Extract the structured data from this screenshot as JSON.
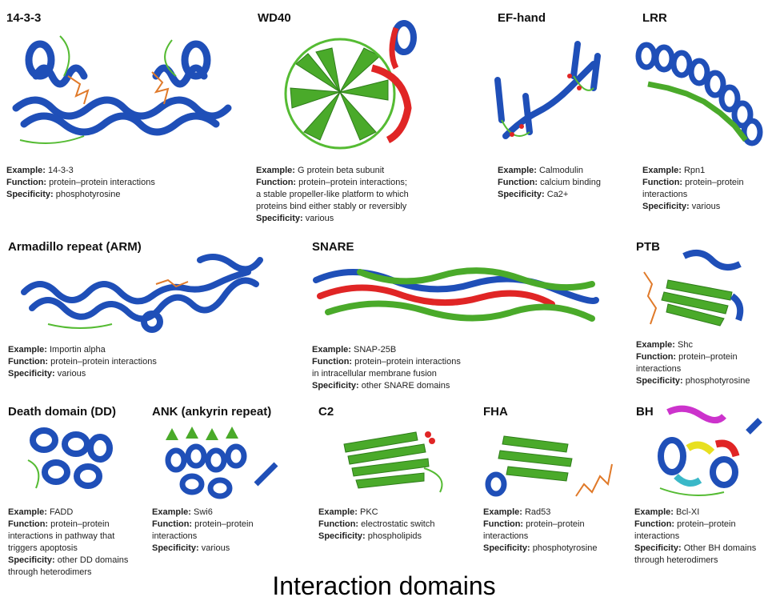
{
  "footer_title": "Interaction domains",
  "labels": {
    "example": "Example:",
    "function": "Function:",
    "specificity": "Specificity:"
  },
  "colors": {
    "helix": "#1f4fb8",
    "sheet": "#4aaa2a",
    "loop": "#55bb33",
    "highlight": "#e02525",
    "ligand": "#e07a2a",
    "magenta": "#cc33cc",
    "yellow": "#e8e020",
    "cyan": "#3ab8c8"
  },
  "panels": [
    {
      "title": "14-3-3",
      "example": "14-3-3",
      "function": [
        "protein–protein interactions"
      ],
      "specificity": [
        "phosphotyrosine"
      ]
    },
    {
      "title": "WD40",
      "example": "G protein beta subunit",
      "function": [
        "protein–protein interactions;",
        "a stable propeller-like platform to which",
        "proteins bind either stably or reversibly"
      ],
      "specificity": [
        "various"
      ]
    },
    {
      "title": "EF-hand",
      "example": "Calmodulin",
      "function": [
        "calcium binding"
      ],
      "specificity": [
        "Ca2+"
      ]
    },
    {
      "title": "LRR",
      "example": "Rpn1",
      "function": [
        "protein–protein",
        "interactions"
      ],
      "specificity": [
        "various"
      ]
    },
    {
      "title": "Armadillo repeat (ARM)",
      "example": "Importin alpha",
      "function": [
        "protein–protein interactions"
      ],
      "specificity": [
        "various"
      ]
    },
    {
      "title": "SNARE",
      "example": "SNAP-25B",
      "function": [
        "protein–protein interactions",
        "in intracellular membrane fusion"
      ],
      "specificity": [
        "other SNARE domains"
      ]
    },
    {
      "title": "PTB",
      "example": "Shc",
      "function": [
        "protein–protein",
        "interactions"
      ],
      "specificity": [
        "phosphotyrosine"
      ]
    },
    {
      "title": "Death domain (DD)",
      "example": "FADD",
      "function": [
        "protein–protein",
        "interactions in pathway that",
        "triggers apoptosis"
      ],
      "specificity": [
        "other DD domains",
        "through heterodimers"
      ]
    },
    {
      "title": "ANK (ankyrin repeat)",
      "example": "Swi6",
      "function": [
        "protein–protein",
        "interactions"
      ],
      "specificity": [
        "various"
      ]
    },
    {
      "title": "C2",
      "example": "PKC",
      "function": [
        "electrostatic switch"
      ],
      "specificity": [
        "phospholipids"
      ]
    },
    {
      "title": "FHA",
      "example": "Rad53",
      "function": [
        "protein–protein",
        "interactions"
      ],
      "specificity": [
        "phosphotyrosine"
      ]
    },
    {
      "title": "BH",
      "example": "Bcl-XI",
      "function": [
        "protein–protein",
        "interactions"
      ],
      "specificity": [
        "Other BH domains",
        "through heterodimers"
      ]
    }
  ]
}
